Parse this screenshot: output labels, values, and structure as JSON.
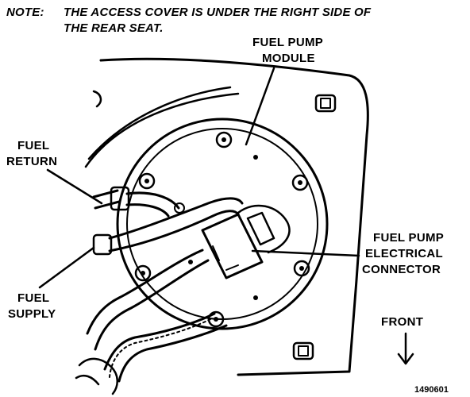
{
  "note": {
    "prefix": "NOTE:",
    "line1": "THE ACCESS COVER IS UNDER THE RIGHT SIDE OF",
    "line2": "THE REAR SEAT."
  },
  "labels": {
    "module_line1": "FUEL PUMP",
    "module_line2": "MODULE",
    "return_line1": "FUEL",
    "return_line2": "RETURN",
    "supply_line1": "FUEL",
    "supply_line2": "SUPPLY",
    "connector_line1": "FUEL PUMP",
    "connector_line2": "ELECTRICAL",
    "connector_line3": "CONNECTOR",
    "front": "FRONT"
  },
  "figure_id": "1490601"
}
